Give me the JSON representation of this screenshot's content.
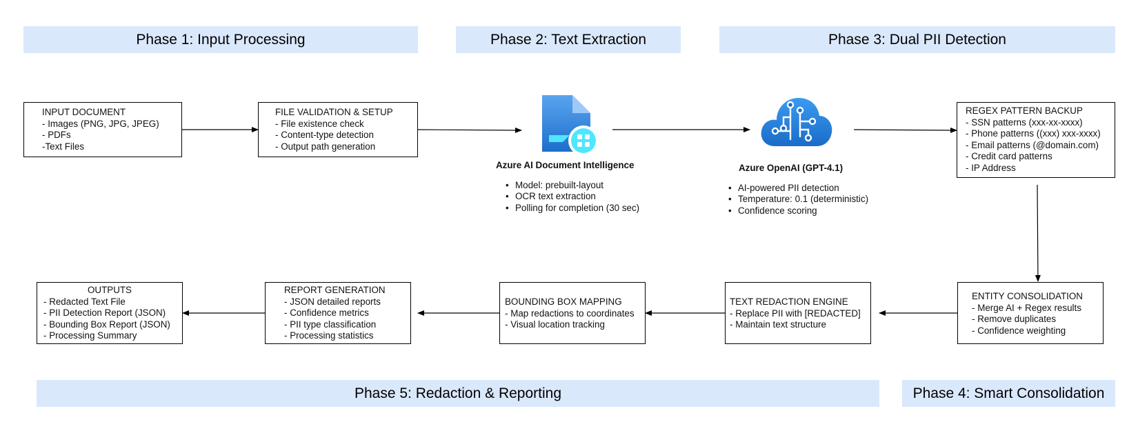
{
  "phases": {
    "p1": "Phase 1: Input Processing",
    "p2": "Phase 2: Text Extraction",
    "p3": "Phase 3: Dual PII Detection",
    "p4": "Phase 4: Smart Consolidation",
    "p5": "Phase 5: Redaction & Reporting"
  },
  "input_document": {
    "title": "INPUT DOCUMENT",
    "items": [
      "Images (PNG, JPG, JPEG)",
      "PDFs",
      "Text Files"
    ]
  },
  "file_validation": {
    "title": "FILE VALIDATION & SETUP",
    "items": [
      "File existence check",
      "Content-type detection",
      "Output path generation"
    ]
  },
  "azure_doc_intel": {
    "name": "Azure AI Document Intelligence",
    "icon": "document-intelligence-icon",
    "bullets": [
      "Model: prebuilt-layout",
      "OCR text extraction",
      "Polling for completion (30 sec)"
    ]
  },
  "azure_openai": {
    "name": "Azure OpenAI (GPT-4.1)",
    "icon": "cloud-ai-icon",
    "bullets": [
      "AI-powered PII detection",
      "Temperature: 0.1 (deterministic)",
      "Confidence scoring"
    ]
  },
  "regex_backup": {
    "title": "REGEX PATTERN BACKUP",
    "items": [
      "SSN patterns (xxx-xx-xxxx)",
      "Phone patterns ((xxx) xxx-xxxx)",
      "Email patterns (@domain.com)",
      "Credit card patterns",
      "IP Address"
    ]
  },
  "entity_consolidation": {
    "title": "ENTITY CONSOLIDATION",
    "items": [
      "Merge AI + Regex results",
      "Remove duplicates",
      "Confidence weighting"
    ]
  },
  "text_redaction": {
    "title": "TEXT REDACTION ENGINE",
    "items": [
      "Replace PII with [REDACTED]",
      "Maintain text structure"
    ]
  },
  "bounding_box": {
    "title": "BOUNDING BOX MAPPING",
    "items": [
      "Map redactions to coordinates",
      "Visual location tracking"
    ]
  },
  "report_generation": {
    "title": "REPORT GENERATION",
    "items": [
      "JSON detailed reports",
      "Confidence metrics",
      "PII type classification",
      "Processing statistics"
    ]
  },
  "outputs": {
    "title": "OUTPUTS",
    "items": [
      "Redacted Text File",
      "PII Detection Report (JSON)",
      "Bounding Box Report (JSON)",
      "Processing Summary"
    ]
  },
  "colors": {
    "phase_band": "#dae8fc",
    "doc_blue": "#2f7fd8",
    "cloud_blue": "#1e7ad6",
    "accent_cyan": "#50e6ff"
  }
}
